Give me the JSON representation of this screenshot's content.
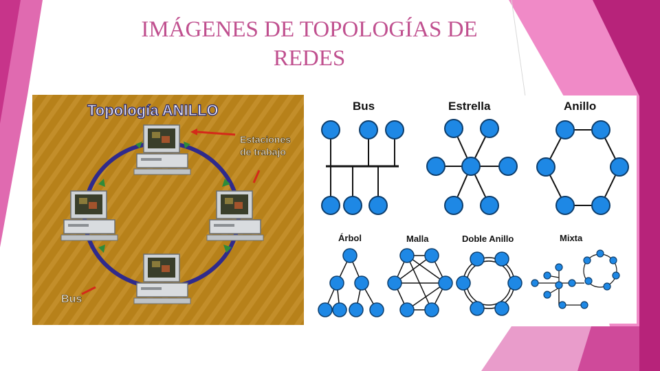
{
  "slide": {
    "title": "IMÁGENES DE TOPOLOGÍAS DE REDES"
  },
  "left_image": {
    "heading": "Topología ANILLO",
    "workstations_label": "Estaciones de trabajo",
    "bus_label": "Bus"
  },
  "right_image": {
    "labels": {
      "bus": "Bus",
      "estrella": "Estrella",
      "anillo": "Anillo",
      "arbol": "Árbol",
      "malla": "Malla",
      "doble_anillo": "Doble Anillo",
      "mixta": "Mixta"
    }
  },
  "colors": {
    "title": "#c0508f",
    "accent_magenta": "#b7237a",
    "accent_pink": "#e574b8",
    "node_blue": "#1e88e5",
    "left_bg": "#b9861f"
  }
}
